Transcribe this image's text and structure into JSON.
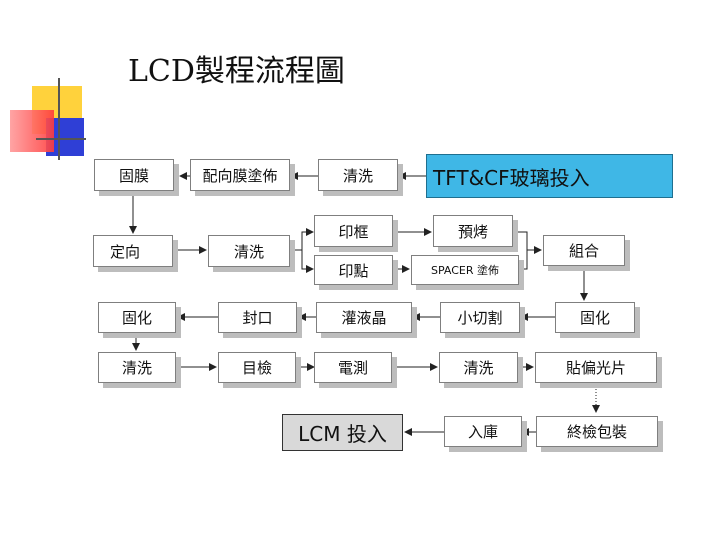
{
  "title": "LCD製程流程圖",
  "steps": {
    "gumo": "固膜",
    "peixiang_tubu": "配向膜塗佈",
    "qingxi_1": "清洗",
    "input_glass": "TFT&CF玻璃投入",
    "dingxiang": "定向",
    "qingxi_2": "清洗",
    "yinkuang": "印框",
    "yudian": "印點",
    "yukao": "預烤",
    "spacer": "SPACER 塗佈",
    "zuhe": "組合",
    "guhua_1": "固化",
    "fengkou": "封口",
    "guanyejing": "灌液晶",
    "xiaoqiege": "小切割",
    "guhua_2": "固化",
    "qingxi_3": "清洗",
    "mujian": "目檢",
    "dianceli": "電測",
    "qingxi_4": "清洗",
    "tiepianguangpian": "貼偏光片",
    "lcm_input": "LCM 投入",
    "ruku": "入庫",
    "zhongjian_baozhuang": "終檢包裝"
  }
}
